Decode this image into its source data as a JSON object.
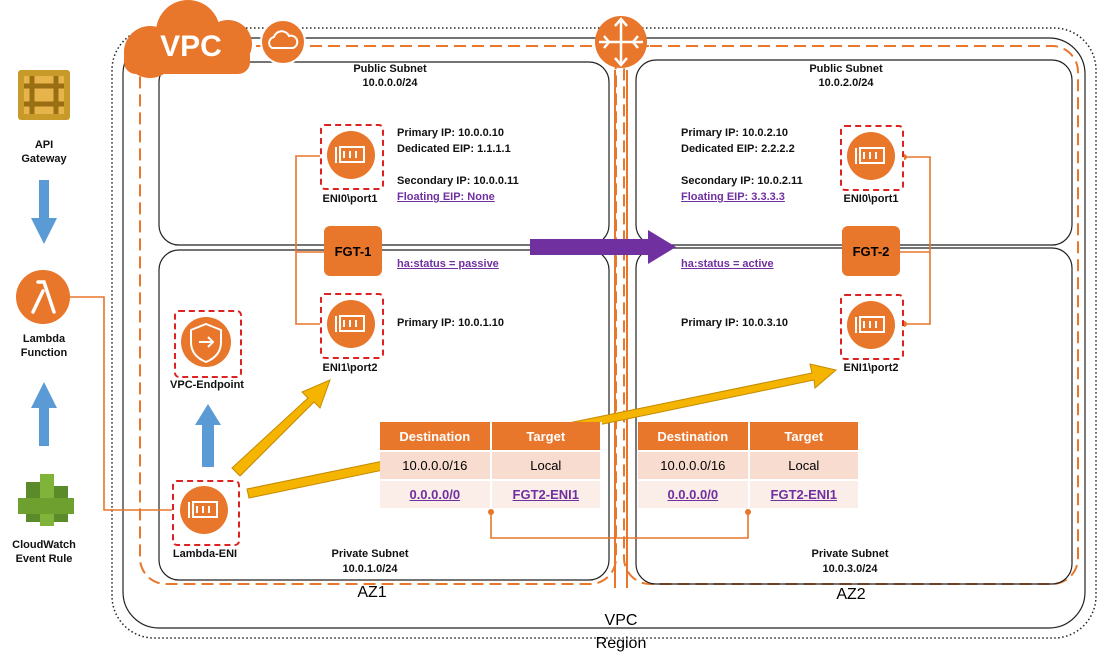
{
  "colors": {
    "orange": "#e8762b",
    "purple": "#7030a0",
    "yellow": "#f5b400",
    "blue": "#5b9bd5",
    "red_dash": "#dd2222"
  },
  "vpc_badge": "VPC",
  "region_label": "Region",
  "vpc_label": "VPC",
  "left_services": {
    "api_gateway": "API\nGateway",
    "lambda": "Lambda\nFunction",
    "cloudwatch": "CloudWatch\nEvent Rule"
  },
  "az1": {
    "label": "AZ1",
    "public_subnet": {
      "name": "Public Subnet",
      "cidr": "10.0.0.0/24"
    },
    "private_subnet": {
      "name": "Private Subnet",
      "cidr": "10.0.1.0/24"
    },
    "eni0": {
      "label": "ENI0\\port1",
      "primary_ip": "Primary IP: 10.0.0.10",
      "dedicated_eip": "Dedicated EIP: 1.1.1.1",
      "secondary_ip": "Secondary IP: 10.0.0.11",
      "floating_eip": "Floating EIP: None"
    },
    "fgt": "FGT-1",
    "ha_status": "ha:status = passive",
    "eni1": {
      "label": "ENI1\\port2",
      "primary_ip": "Primary IP: 10.0.1.10"
    },
    "vpc_endpoint": "VPC-Endpoint",
    "lambda_eni": "Lambda-ENI",
    "route_table": {
      "headers": [
        "Destination",
        "Target"
      ],
      "rows": [
        [
          "10.0.0.0/16",
          "Local"
        ],
        [
          "0.0.0.0/0",
          "FGT2-ENI1"
        ]
      ]
    }
  },
  "az2": {
    "label": "AZ2",
    "public_subnet": {
      "name": "Public Subnet",
      "cidr": "10.0.2.0/24"
    },
    "private_subnet": {
      "name": "Private Subnet",
      "cidr": "10.0.3.0/24"
    },
    "eni0": {
      "label": "ENI0\\port1",
      "primary_ip": "Primary IP: 10.0.2.10",
      "dedicated_eip": "Dedicated EIP: 2.2.2.2",
      "secondary_ip": "Secondary IP: 10.0.2.11",
      "floating_eip": "Floating EIP: 3.3.3.3"
    },
    "fgt": "FGT-2",
    "ha_status": "ha:status = active",
    "eni1": {
      "label": "ENI1\\port2",
      "primary_ip": "Primary IP: 10.0.3.10"
    },
    "route_table": {
      "headers": [
        "Destination",
        "Target"
      ],
      "rows": [
        [
          "10.0.0.0/16",
          "Local"
        ],
        [
          "0.0.0.0/0",
          "FGT2-ENI1"
        ]
      ]
    }
  }
}
